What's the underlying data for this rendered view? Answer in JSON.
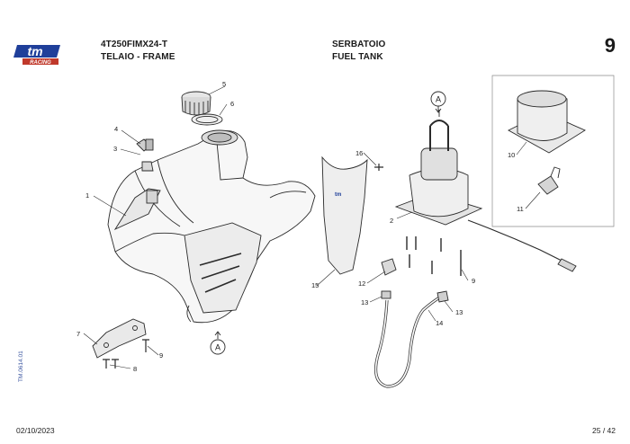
{
  "header": {
    "model_code": "4T250FIMX24-T",
    "section_it": "TELAIO - FRAME",
    "group_it": "SERBATOIO",
    "group_en": "FUEL TANK",
    "page_group_number": "9"
  },
  "logo": {
    "brand": "tm",
    "sub": "RACING"
  },
  "callouts": {
    "c1": "1",
    "c2": "2",
    "c3": "3",
    "c4": "4",
    "c5": "5",
    "c6": "6",
    "c7": "7",
    "c8": "8",
    "c9a": "9",
    "c9b": "9",
    "c10": "10",
    "c11": "11",
    "c12": "12",
    "c13a": "13",
    "c13b": "13",
    "c14": "14",
    "c15": "15",
    "c16": "16"
  },
  "markers": {
    "a_top": "A",
    "a_bottom": "A"
  },
  "footer": {
    "date": "02/10/2023",
    "page": "25 / 42",
    "doc_code": "TM.0614.01"
  },
  "colors": {
    "line": "#2a2a2a",
    "brand_blue": "#1f3f9a",
    "accent_red": "#c0392b"
  }
}
